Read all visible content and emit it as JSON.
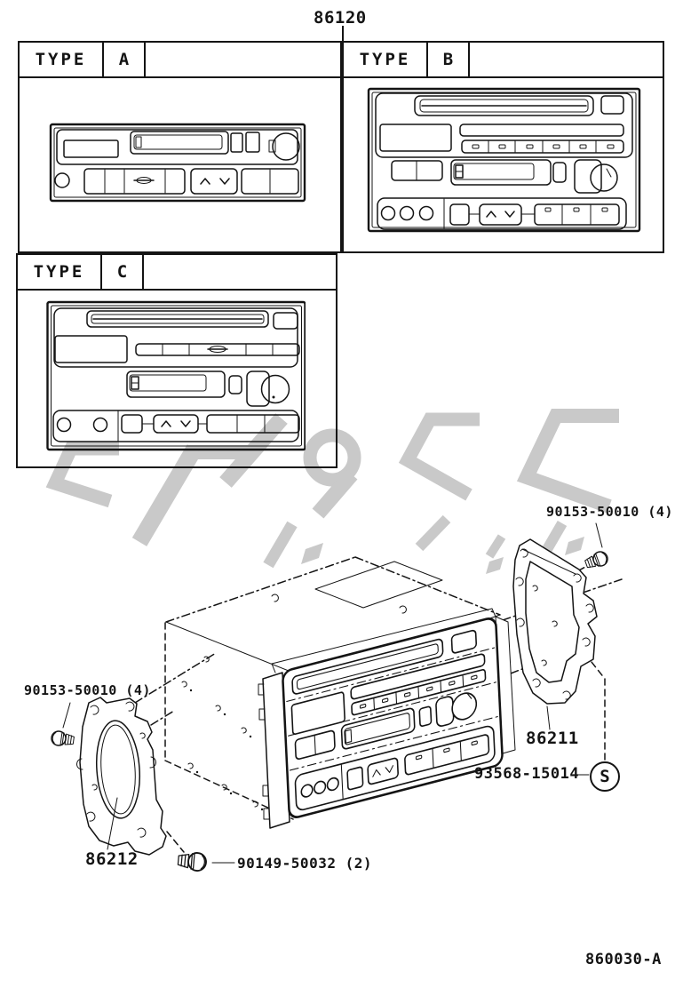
{
  "header": {
    "part_number": "86120"
  },
  "type_panels": [
    {
      "label": "TYPE",
      "code": "A"
    },
    {
      "label": "TYPE",
      "code": "B"
    },
    {
      "label": "TYPE",
      "code": "C"
    }
  ],
  "callouts": {
    "screw_upper_right": {
      "text": "90153-50010 (4)"
    },
    "screw_left": {
      "text": "90153-50010 (4)"
    },
    "bracket_right": {
      "text": "86211"
    },
    "bracket_left": {
      "text": "86212"
    },
    "clip": {
      "text": "93568-15014"
    },
    "clip_symbol": {
      "text": "S"
    },
    "screw_bottom": {
      "text": "90149-50032 (2)"
    }
  },
  "footer": {
    "figure_code": "860030-A"
  },
  "colors": {
    "line": "#141414",
    "watermark": "#c9c9c9",
    "background": "#ffffff"
  }
}
